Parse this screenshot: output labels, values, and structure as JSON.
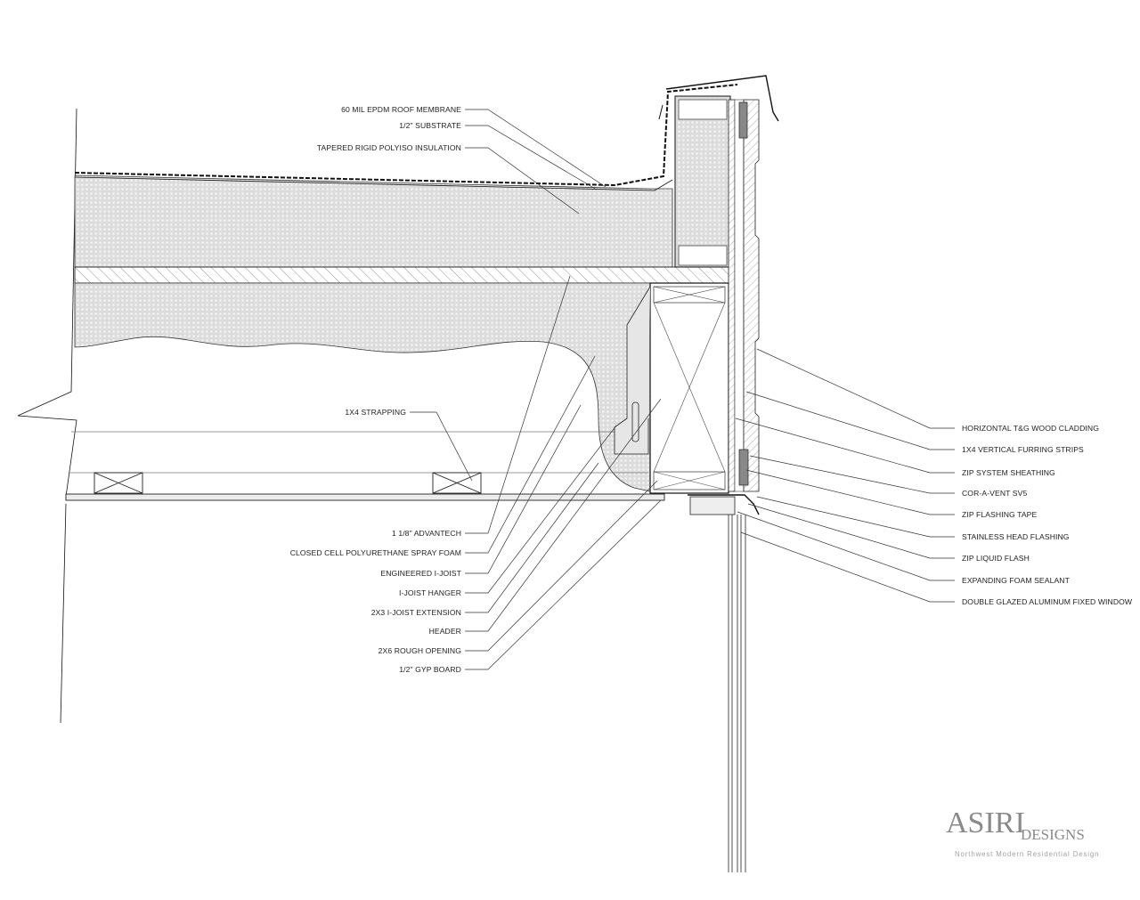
{
  "drawing": {
    "labels_left": [
      {
        "id": "epdm",
        "text": "60 MIL EPDM ROOF MEMBRANE"
      },
      {
        "id": "substrate",
        "text": "1/2\" SUBSTRATE"
      },
      {
        "id": "polyiso",
        "text": "TAPERED RIGID POLYISO INSULATION"
      },
      {
        "id": "strapping",
        "text": "1X4 STRAPPING"
      },
      {
        "id": "advantech",
        "text": "1 1/8\" ADVANTECH"
      },
      {
        "id": "sprayfoam",
        "text": "CLOSED CELL POLYURETHANE SPRAY FOAM"
      },
      {
        "id": "ijoist",
        "text": "ENGINEERED I-JOIST"
      },
      {
        "id": "hanger",
        "text": "I-JOIST HANGER"
      },
      {
        "id": "extension",
        "text": "2X3 I-JOIST EXTENSION"
      },
      {
        "id": "header",
        "text": "HEADER"
      },
      {
        "id": "rough",
        "text": "2X6 ROUGH OPENING"
      },
      {
        "id": "gyp",
        "text": "1/2\" GYP BOARD"
      }
    ],
    "labels_right": [
      {
        "id": "cladding",
        "text": "HORIZONTAL T&G WOOD CLADDING"
      },
      {
        "id": "furring",
        "text": "1X4 VERTICAL FURRING STRIPS"
      },
      {
        "id": "zip",
        "text": "ZIP SYSTEM SHEATHING"
      },
      {
        "id": "corvent",
        "text": "COR-A-VENT SV5"
      },
      {
        "id": "ziptape",
        "text": "ZIP FLASHING TAPE"
      },
      {
        "id": "headflash",
        "text": "STAINLESS HEAD FLASHING"
      },
      {
        "id": "liquid",
        "text": "ZIP LIQUID FLASH"
      },
      {
        "id": "foamseal",
        "text": "EXPANDING FOAM SEALANT"
      },
      {
        "id": "window",
        "text": "DOUBLE GLAZED ALUMINUM FIXED WINDOW"
      }
    ]
  },
  "logo": {
    "name": "ASIRI",
    "suffix": "DESIGNS",
    "tagline": "Northwest Modern Residential Design"
  }
}
